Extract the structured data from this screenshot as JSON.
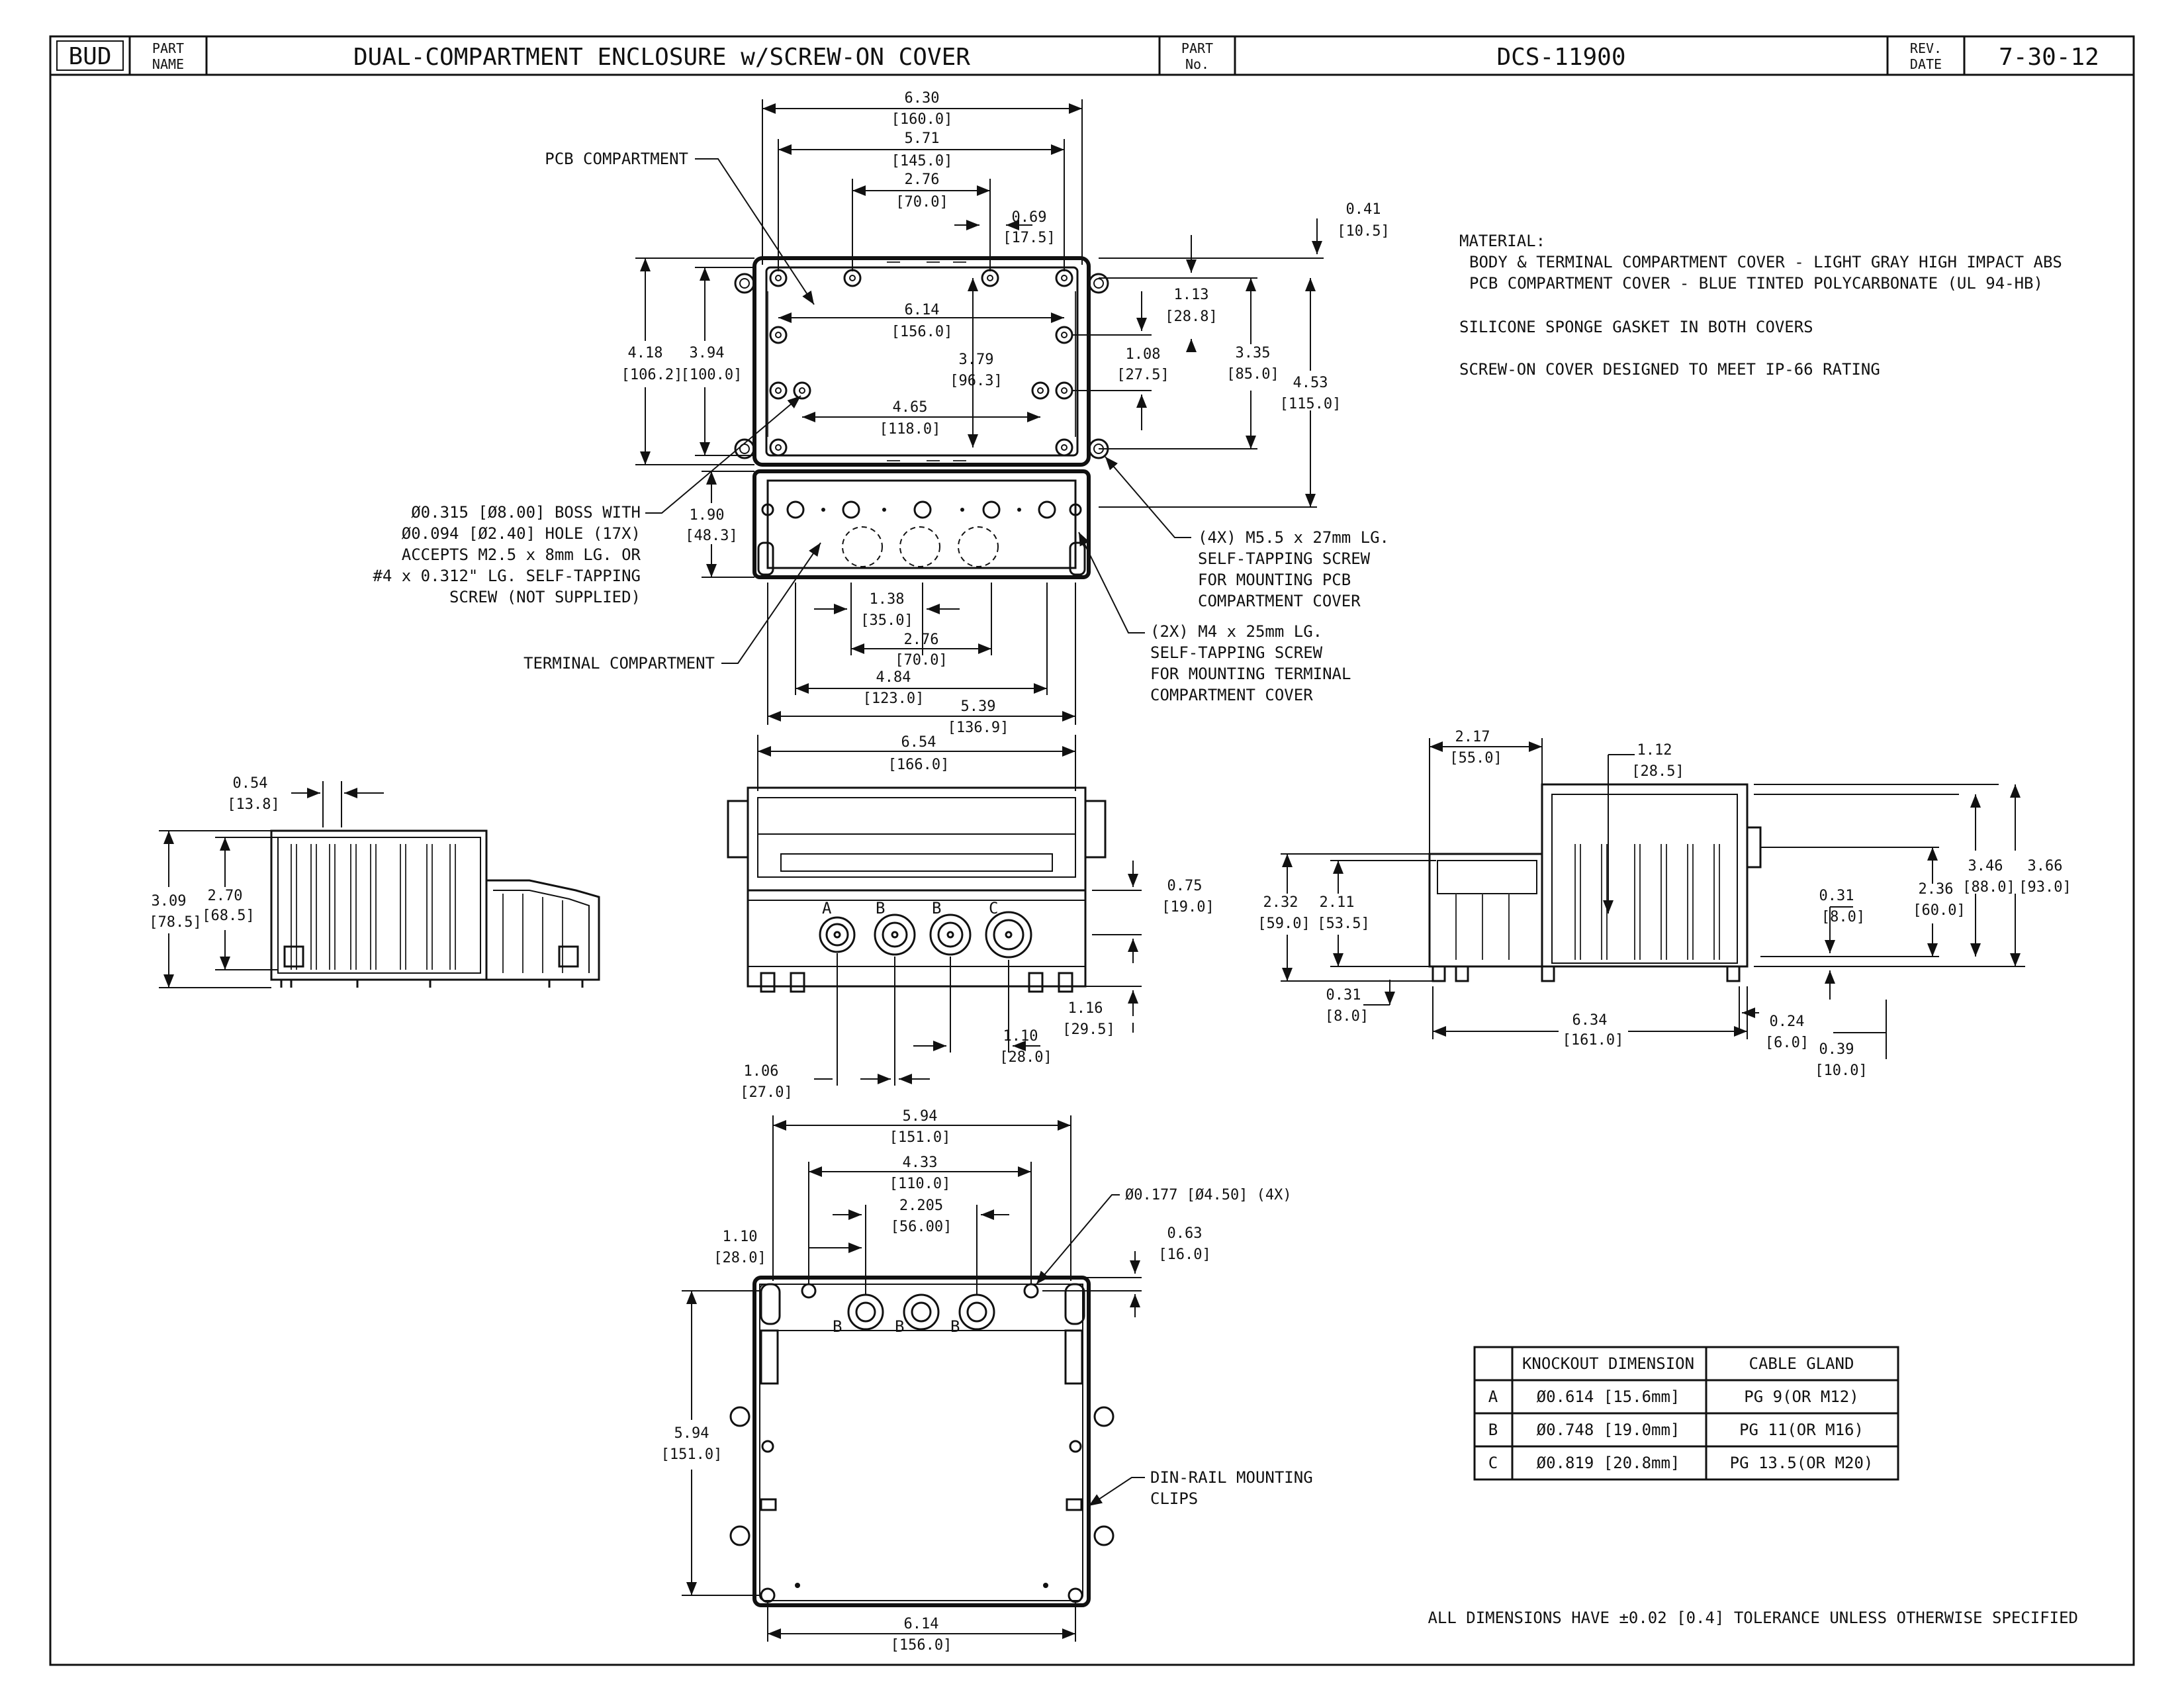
{
  "title_block": {
    "logo": "BUD",
    "part_name_label": "PART NAME",
    "part_name": "DUAL-COMPARTMENT ENCLOSURE w/SCREW-ON COVER",
    "part_no_label": "PART No.",
    "part_no": "DCS-11900",
    "rev_label": "REV. DATE",
    "rev_date": "7-30-12"
  },
  "top_view": {
    "d_630": "6.30",
    "d_160": "[160.0]",
    "d_571": "5.71",
    "d_145": "[145.0]",
    "d_276": "2.76",
    "d_70": "[70.0]",
    "d_069": "0.69",
    "d_175": "[17.5]",
    "d_041": "0.41",
    "d_105": "[10.5]",
    "d_614": "6.14",
    "d_156": "[156.0]",
    "d_379": "3.79",
    "d_963": "[96.3]",
    "d_465": "4.65",
    "d_118": "[118.0]",
    "d_113": "1.13",
    "d_288": "[28.8]",
    "d_108": "1.08",
    "d_275": "[27.5]",
    "d_335": "3.35",
    "d_85": "[85.0]",
    "d_453": "4.53",
    "d_115": "[115.0]",
    "d_418": "4.18",
    "d_1062": "[106.2]",
    "d_394": "3.94",
    "d_100": "[100.0]",
    "d_190": "1.90",
    "d_483": "[48.3]",
    "d_138": "1.38",
    "d_35": "[35.0]",
    "d_276b": "2.76",
    "d_70b": "[70.0]",
    "d_484": "4.84",
    "d_123": "[123.0]",
    "d_539": "5.39",
    "d_1369": "[136.9]",
    "pcb_label": "PCB COMPARTMENT",
    "terminal_label": "TERMINAL COMPARTMENT",
    "boss_note": [
      "Ø0.315 [Ø8.00] BOSS WITH",
      "Ø0.094 [Ø2.40] HOLE (17X)",
      "ACCEPTS M2.5 x 8mm  LG. OR",
      "#4 x 0.312\" LG. SELF-TAPPING",
      "SCREW (NOT SUPPLIED)"
    ],
    "screw4_note": [
      "(4X) M5.5 x 27mm LG.",
      "SELF-TAPPING SCREW",
      "FOR MOUNTING PCB",
      "COMPARTMENT COVER"
    ],
    "screw2_note": [
      "(2X) M4 x 25mm LG.",
      "SELF-TAPPING SCREW",
      "FOR MOUNTING TERMINAL",
      "COMPARTMENT COVER"
    ]
  },
  "material_notes": [
    "MATERIAL:",
    "BODY & TERMINAL COMPARTMENT COVER - LIGHT GRAY HIGH IMPACT ABS",
    "PCB COMPARTMENT COVER - BLUE TINTED POLYCARBONATE (UL 94-HB)",
    "SILICONE SPONGE GASKET IN BOTH COVERS",
    "SCREW-ON COVER DESIGNED TO MEET IP-66 RATING"
  ],
  "left_view": {
    "d_054": "0.54",
    "d_138": "[13.8]",
    "d_309": "3.09",
    "d_785": "[78.5]",
    "d_270": "2.70",
    "d_685": "[68.5]"
  },
  "front_view": {
    "d_654": "6.54",
    "d_166": "[166.0]",
    "d_075": "0.75",
    "d_19": "[19.0]",
    "d_116": "1.16",
    "d_295": "[29.5]",
    "d_110": "1.10",
    "d_28": "[28.0]",
    "d_106": "1.06",
    "d_27": "[27.0]",
    "ko_a": "A",
    "ko_b1": "B",
    "ko_b2": "B",
    "ko_c": "C"
  },
  "right_view": {
    "d_217": "2.17",
    "d_55": "[55.0]",
    "d_112": "1.12",
    "d_285": "[28.5]",
    "d_346": "3.46",
    "d_88": "[88.0]",
    "d_366": "3.66",
    "d_93": "[93.0]",
    "d_236": "2.36",
    "d_60": "[60.0]",
    "d_031": "0.31",
    "d_8": "[8.0]",
    "d_232": "2.32",
    "d_59": "[59.0]",
    "d_211": "2.11",
    "d_535": "[53.5]",
    "d_031b": "0.31",
    "d_8b": "[8.0]",
    "d_634": "6.34",
    "d_161": "[161.0]",
    "d_024": "0.24",
    "d_6": "[6.0]",
    "d_039": "0.39",
    "d_10": "[10.0]"
  },
  "bottom_view": {
    "d_594": "5.94",
    "d_151": "[151.0]",
    "d_433": "4.33",
    "d_110": "[110.0]",
    "d_2205": "2.205",
    "d_56": "[56.00]",
    "d_110b": "1.10",
    "d_28": "[28.0]",
    "d_0177": "Ø0.177 [Ø4.50] (4X)",
    "d_063": "0.63",
    "d_16": "[16.0]",
    "d_594b": "5.94",
    "d_151b": "[151.0]",
    "d_614": "6.14",
    "d_156": "[156.0]",
    "din_note": [
      "DIN-RAIL MOUNTING",
      "CLIPS"
    ],
    "ko_b1": "B",
    "ko_b2": "B",
    "ko_b3": "B"
  },
  "knockout_table": {
    "headers": [
      "",
      "KNOCKOUT DIMENSION",
      "CABLE GLAND"
    ],
    "rows": [
      [
        "A",
        "Ø0.614 [15.6mm]",
        "PG 9(OR M12)"
      ],
      [
        "B",
        "Ø0.748 [19.0mm]",
        "PG 11(OR M16)"
      ],
      [
        "C",
        "Ø0.819 [20.8mm]",
        "PG 13.5(OR M20)"
      ]
    ]
  },
  "tolerance_note": "ALL DIMENSIONS HAVE ±0.02 [0.4] TOLERANCE UNLESS OTHERWISE SPECIFIED"
}
